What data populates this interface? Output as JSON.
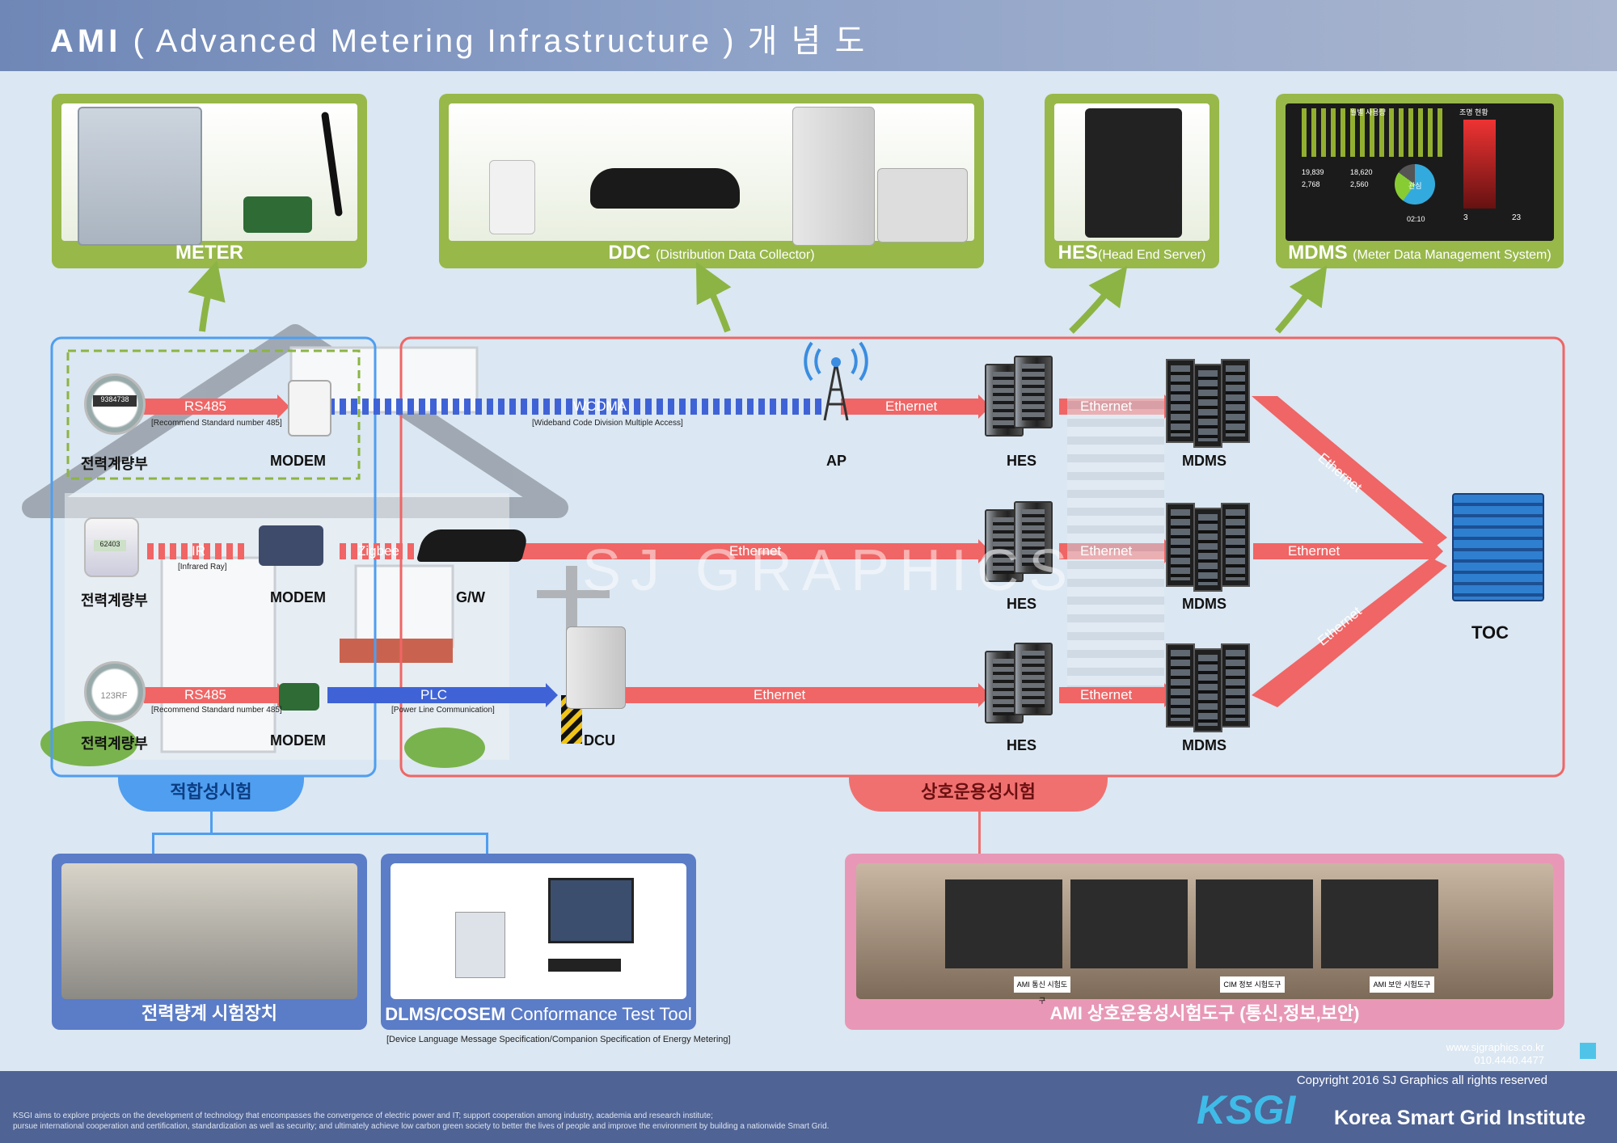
{
  "header": {
    "title_strong": "AMI",
    "title_rest": "( Advanced Metering Infrastructure ) 개 념 도"
  },
  "top_boxes": [
    {
      "label": "METER",
      "sub": ""
    },
    {
      "label": "DDC",
      "sub": "(Distribution Data Collector)"
    },
    {
      "label": "HES",
      "sub": "(Head End Server)"
    },
    {
      "label": "MDMS",
      "sub": "(Meter Data Management System)"
    }
  ],
  "mdms_screen": {
    "heading": "월별 사용량",
    "right_heading": "조명 현황",
    "values": [
      "19,839",
      "2,768",
      "18,620",
      "2,560"
    ],
    "state": "관심",
    "time": "02:10",
    "temp_a": "3",
    "temp_b": "23"
  },
  "meter_side": {
    "meter_label": "전력계량부",
    "modem_label": "MODEM",
    "gw_label": "G/W",
    "dcu_label": "DCU",
    "rs485": "RS485",
    "rs485_sub": "[Recommend Standard number 485]",
    "ir": "IR",
    "ir_sub": "[Infrared Ray]",
    "zigbee": "Zigbee",
    "wcdma": "WCDMA",
    "wcdma_sub": "[Wideband Code Division Multiple Access]",
    "plc": "PLC",
    "plc_sub": "[Power Line Communication]",
    "meter_readouts": [
      "9384738",
      "62403",
      "123RF"
    ]
  },
  "network": {
    "ethernet": "Ethernet",
    "ap_label": "AP",
    "hes_label": "HES",
    "mdms_label": "MDMS",
    "toc_label": "TOC"
  },
  "watermark": "SJ GRAPHICS",
  "tabs": {
    "conformance": "적합성시험",
    "interop": "상호운용성시험"
  },
  "bottom_boxes": [
    {
      "label": "전력량계 시험장치"
    },
    {
      "label_strong": "DLMS/COSEM",
      "label_rest": " Conformance Test Tool",
      "sub": "[Device Language Message Specification/Companion Specification of Energy Metering]"
    },
    {
      "label": "AMI 상호운용성시험도구 (통신,정보,보안)"
    }
  ],
  "laptop_tags": [
    "AMI 통신 시험도구",
    "CIM 정보 시험도구",
    "AMI 보안 시험도구"
  ],
  "footer": {
    "website": "www.sjgraphics.co.kr",
    "phone": "010.4440.4477",
    "copyright": "Copyright 2016 SJ Graphics all rights reserved",
    "mission_1": "KSGI aims to explore projects on the development of technology that encompasses the convergence of electric power and IT; support cooperation among industry, academia and research institute;",
    "mission_2": "pursue international cooperation and certification, standardization as well as security; and ultimately achieve low carbon green society to better the lives of people and improve the environment by building a nationwide Smart Grid.",
    "logo": "KSGI",
    "org": "Korea Smart Grid Institute"
  },
  "colors": {
    "header": "#7a90bc",
    "green": "#98b84a",
    "red_link": "#f06565",
    "blue_link": "#3f63d6",
    "conformance": "#4f9ef0",
    "interop": "#f07070",
    "footer": "#4f6394"
  }
}
